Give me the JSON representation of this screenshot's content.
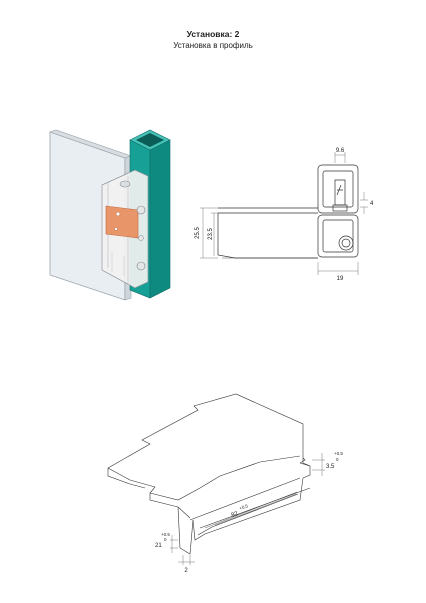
{
  "header": {
    "title": "Установка: 2",
    "subtitle": "Установка в профиль"
  },
  "profile_section": {
    "dim_width_top": "9.6",
    "dim_gap": "4",
    "dim_height_outer": "25.5",
    "dim_height_inner": "23.5",
    "dim_width_bottom": "19"
  },
  "groove_drawing": {
    "dim_depth": "3.5",
    "dim_depth_tol_plus": "+0.5",
    "dim_depth_tol_minus": "0",
    "dim_length": "82",
    "dim_length_tol": "+0.5",
    "dim_offset": "21",
    "dim_offset_tol_plus": "+0.5",
    "dim_offset_tol_minus": "0",
    "dim_thickness": "2"
  },
  "colors": {
    "profile_teal": "#1aa79c",
    "hinge_orange": "#e8956a",
    "glass": "#e9eef2"
  }
}
